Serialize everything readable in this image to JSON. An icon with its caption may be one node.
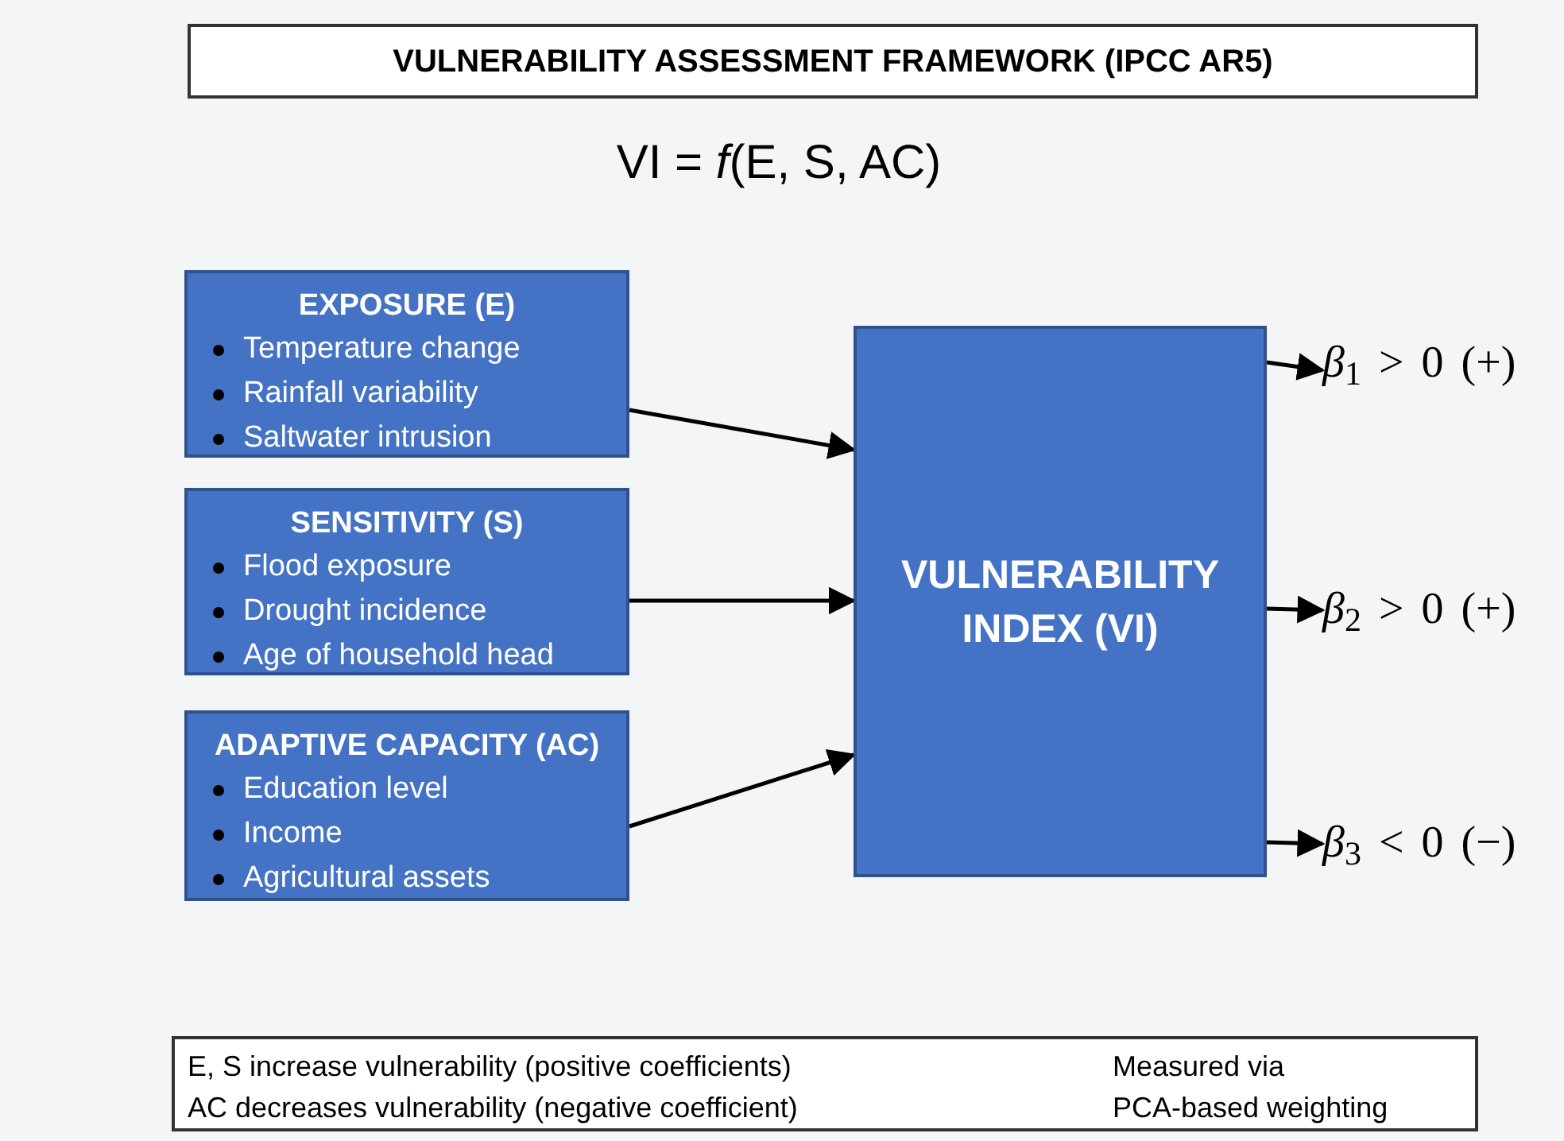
{
  "diagram": {
    "title": "VULNERABILITY ASSESSMENT FRAMEWORK (IPCC AR5)",
    "nodes": [
      {
        "text": [
          "EXPOSURE (E)",
          "Temperature change",
          "Rainfall variability",
          "Saltwater intrusion"
        ]
      },
      {
        "text": [
          "SENSITIVITY (S)",
          "Flood exposure",
          "Drought incidence",
          "Age of household head"
        ]
      },
      {
        "text": [
          "ADAPTIVE CAPACITY (AC)",
          "Education level",
          "Income",
          "Agricultural assets"
        ]
      },
      {
        "text": [
          "VULNERABILITY INDEX (VI)"
        ]
      },
      {
        "text": [
          "*β*$_{1}$ > 0 (+)"
        ]
      },
      {
        "text": [
          "*β*$_{2}$ > 0 (+)"
        ]
      },
      {
        "text": [
          "*β*$_{3}$ < 0 (−)"
        ]
      },
      {
        "text": [
          "E, S increase vulnerability (positive coefficients)",
          "AC decreases vulnerability (negative coefficient)",
          "Measured via",
          "PCA-based weighting"
        ]
      }
    ],
    "edges": [
      {
        "from": 0,
        "to": 3,
        "arrow": "to"
      },
      {
        "from": 1,
        "to": 3,
        "arrow": "to"
      },
      {
        "from": 2,
        "to": 3,
        "arrow": "to"
      },
      {
        "from": 3,
        "to": 4,
        "arrow": "to"
      },
      {
        "from": 3,
        "to": 5,
        "arrow": "to"
      },
      {
        "from": 3,
        "to": 6,
        "arrow": "to"
      }
    ],
    "labels": [
      "VI = *f*(E, S, AC)"
    ]
  }
}
